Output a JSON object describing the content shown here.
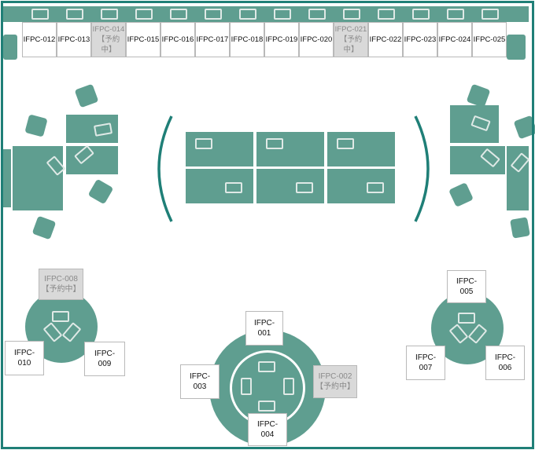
{
  "colors": {
    "frame": "#1f7f77",
    "furniture": "#5f9e90",
    "reserved_bg": "#d9d9d9",
    "reserved_text": "#8a8a8a"
  },
  "top_row": [
    {
      "id": "IFPC-012",
      "reserved": false
    },
    {
      "id": "IFPC-013",
      "reserved": false
    },
    {
      "id": "IFPC-014",
      "note": "【予約中】",
      "reserved": true
    },
    {
      "id": "IFPC-015",
      "reserved": false
    },
    {
      "id": "IFPC-016",
      "reserved": false
    },
    {
      "id": "IFPC-017",
      "reserved": false
    },
    {
      "id": "IFPC-018",
      "reserved": false
    },
    {
      "id": "IFPC-019",
      "reserved": false
    },
    {
      "id": "IFPC-020",
      "reserved": false
    },
    {
      "id": "IFPC-021",
      "note": "【予約中】",
      "reserved": true
    },
    {
      "id": "IFPC-022",
      "reserved": false
    },
    {
      "id": "IFPC-023",
      "reserved": false
    },
    {
      "id": "IFPC-024",
      "reserved": false
    },
    {
      "id": "IFPC-025",
      "reserved": false
    }
  ],
  "seats": {
    "pc001": {
      "line1": "IFPC-",
      "line2": "001"
    },
    "pc002": {
      "line1": "IFPC-002",
      "line2": "【予約中】"
    },
    "pc003": {
      "line1": "IFPC-",
      "line2": "003"
    },
    "pc004": {
      "line1": "IFPC-",
      "line2": "004"
    },
    "pc005": {
      "line1": "IFPC-",
      "line2": "005"
    },
    "pc006": {
      "line1": "IFPC-",
      "line2": "006"
    },
    "pc007": {
      "line1": "IFPC-",
      "line2": "007"
    },
    "pc008": {
      "line1": "IFPC-008",
      "line2": "【予約中】"
    },
    "pc009": {
      "line1": "IFPC-",
      "line2": "009"
    },
    "pc010": {
      "line1": "IFPC-",
      "line2": "010"
    }
  }
}
